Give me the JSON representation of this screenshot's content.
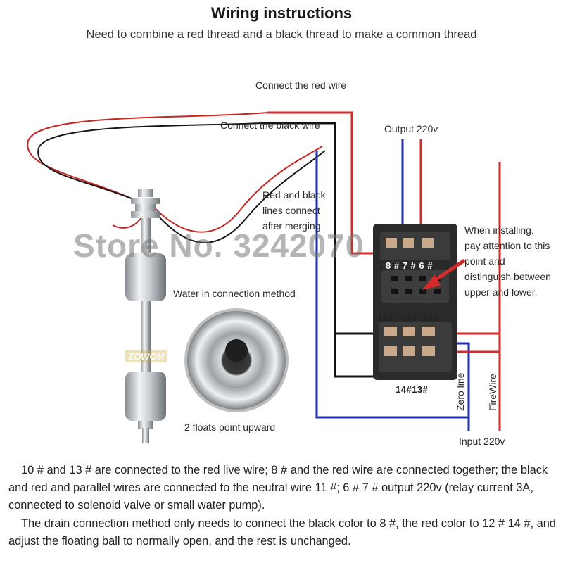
{
  "title": "Wiring instructions",
  "subtitle": "Need to combine a red thread and a black thread to make a common thread",
  "labels": {
    "connect_red": "Connect the red wire",
    "connect_black": "Connect the black wire",
    "output": "Output 220v",
    "merge": [
      "Red and black",
      "lines connect",
      "after merging"
    ],
    "install_note": [
      "When installing,",
      "pay attention to this",
      "point and",
      "distinguish between",
      "upper and lower."
    ],
    "water_method": "Water in connection method",
    "floats": "2 floats point upward",
    "zero_line": "Zero line",
    "firewire": "FireWire",
    "input": "Input 220v"
  },
  "terminals": {
    "top": "8 # 7 # 6 #",
    "row1": [
      "12#",
      "11#",
      "10#"
    ],
    "bottom": "14#13#"
  },
  "watermark": "Store No. 3242070",
  "brand_mark": "ZOWOM",
  "instructions": [
    "10 # and 13 # are connected to the red live wire; 8 # and the red wire are connected together; the black and red and parallel wires are connected to the neutral wire 11 #; 6 # 7 # output 220v (relay current 3A, connected to solenoid valve or small water pump).",
    "The drain connection method only needs to connect the black color to 8 #, the red color to 12 # 14 #, and adjust the floating ball to normally open, and the rest is unchanged."
  ],
  "colors": {
    "red_wire": "#d42a2a",
    "black_wire": "#111111",
    "blue_wire": "#1f2fb0"
  }
}
